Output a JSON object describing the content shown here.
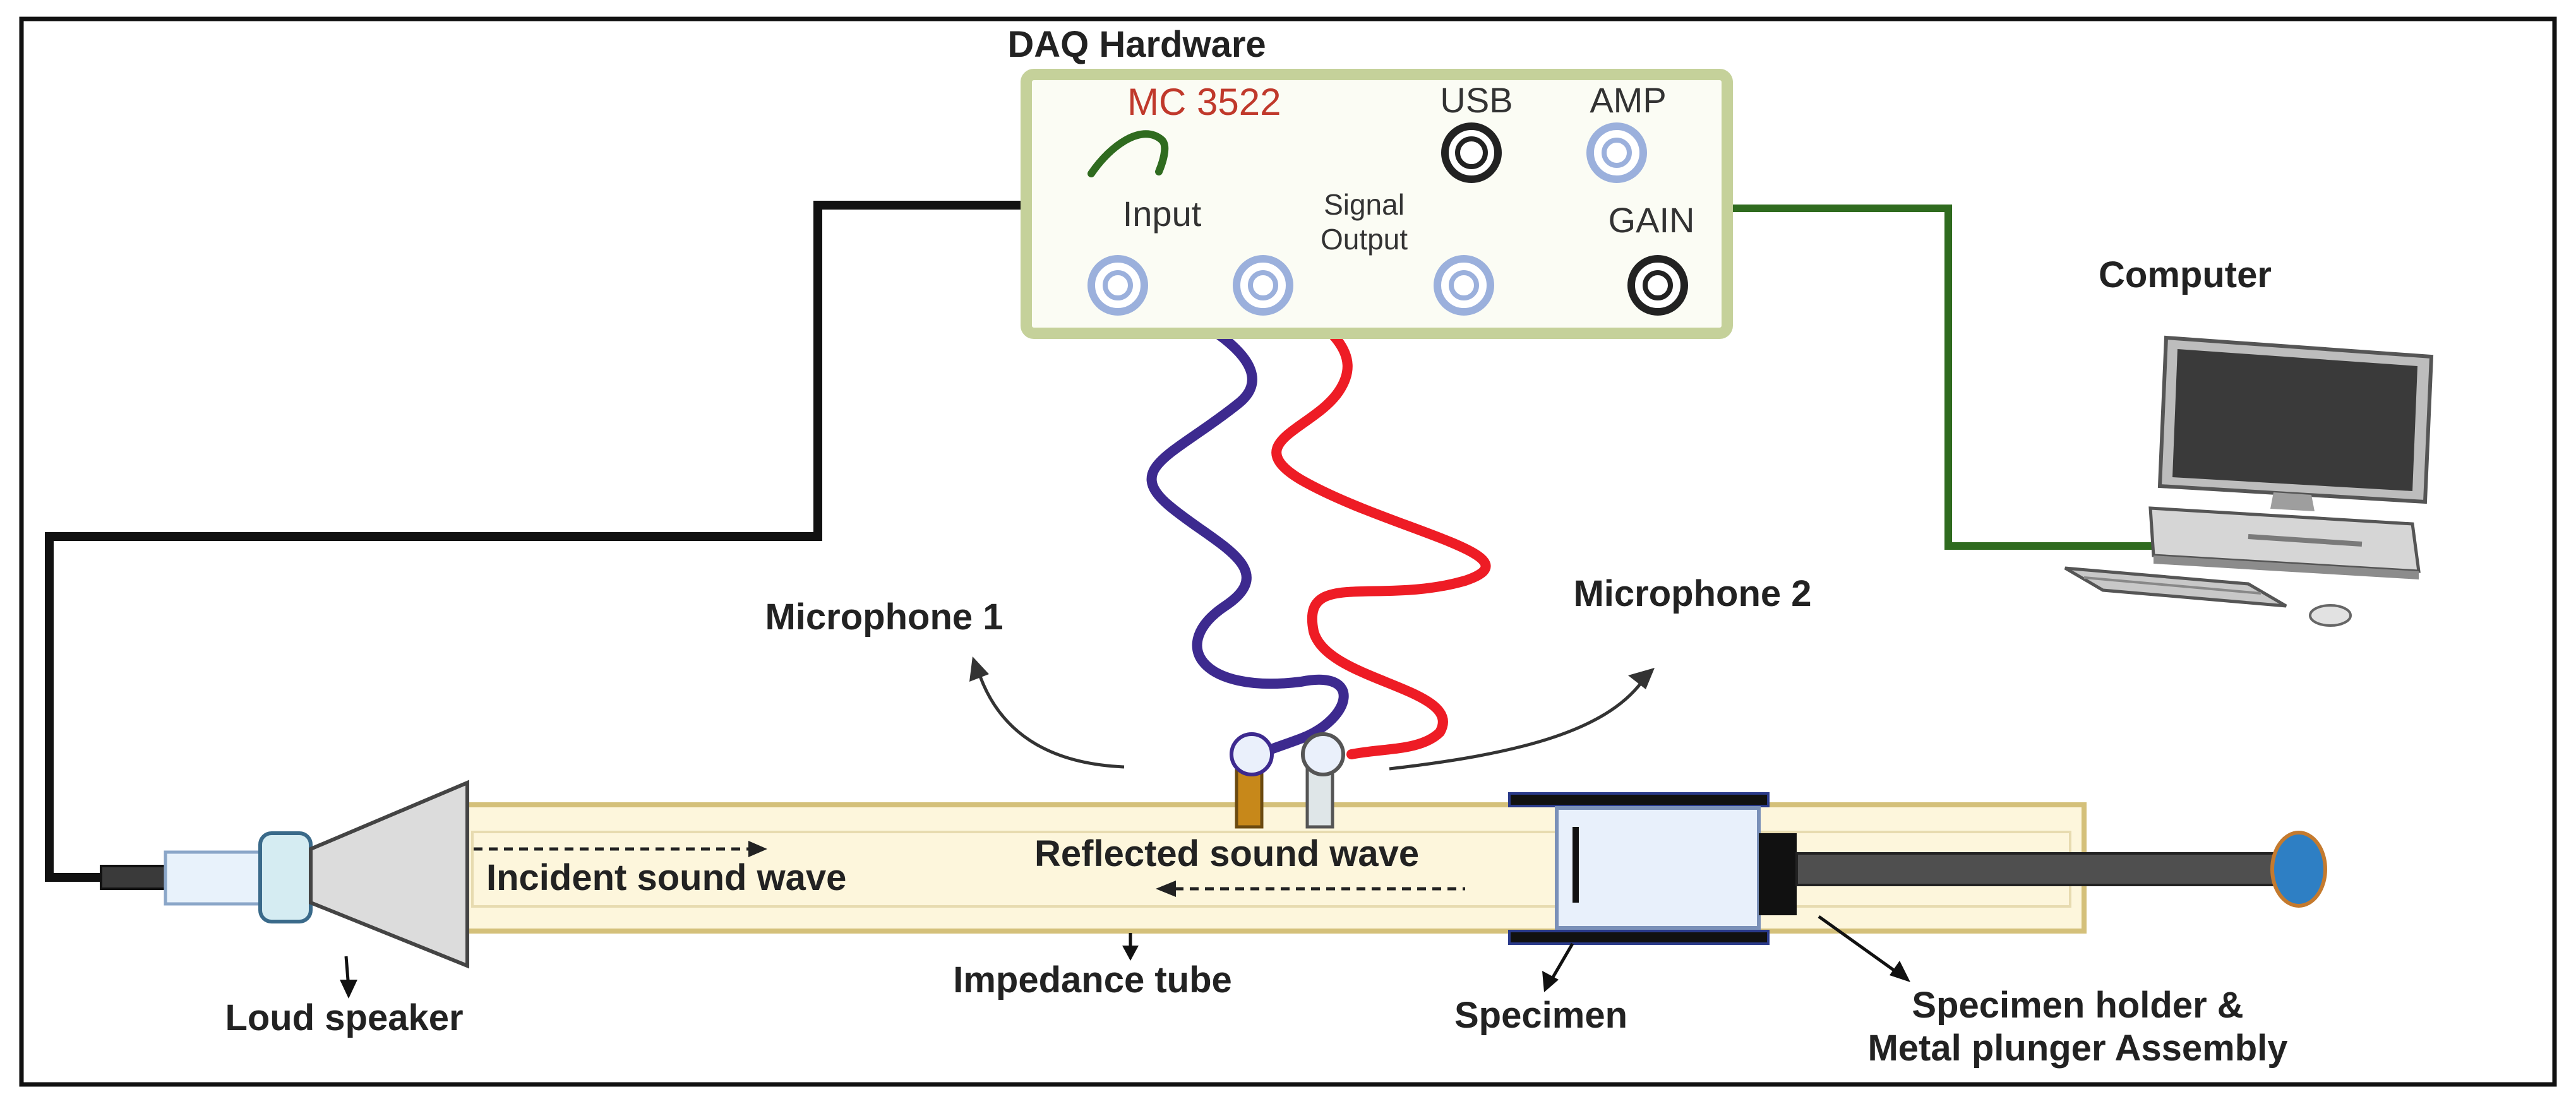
{
  "title": "DAQ Hardware",
  "daq": {
    "model": "MC 3522",
    "usb": "USB",
    "amp": "AMP",
    "input": "Input",
    "signal_line1": "Signal",
    "signal_line2": "Output",
    "gain": "GAIN"
  },
  "labels": {
    "computer": "Computer",
    "microphone1": "Microphone 1",
    "microphone2": "Microphone 2",
    "incident": "Incident sound wave",
    "reflected": "Reflected sound wave",
    "loud_speaker": "Loud speaker",
    "impedance_tube": "Impedance tube",
    "specimen": "Specimen",
    "holder_line1": "Specimen holder &",
    "holder_line2": "Metal plunger Assembly"
  },
  "colors": {
    "daq_border": "#c5d19a",
    "daq_fill": "#fbfcf4",
    "tube_fill": "#fdf6dc",
    "tube_border": "#d4c07a",
    "model_text": "#c0392b",
    "mic1_cable": "#3d2a8f",
    "mic2_cable": "#ee1c25",
    "computer_cable": "#2f6b1f",
    "speaker_cable": "#111111",
    "jack_blue": "#9bb0dc",
    "plunger_tip": "#2e7fc4"
  }
}
